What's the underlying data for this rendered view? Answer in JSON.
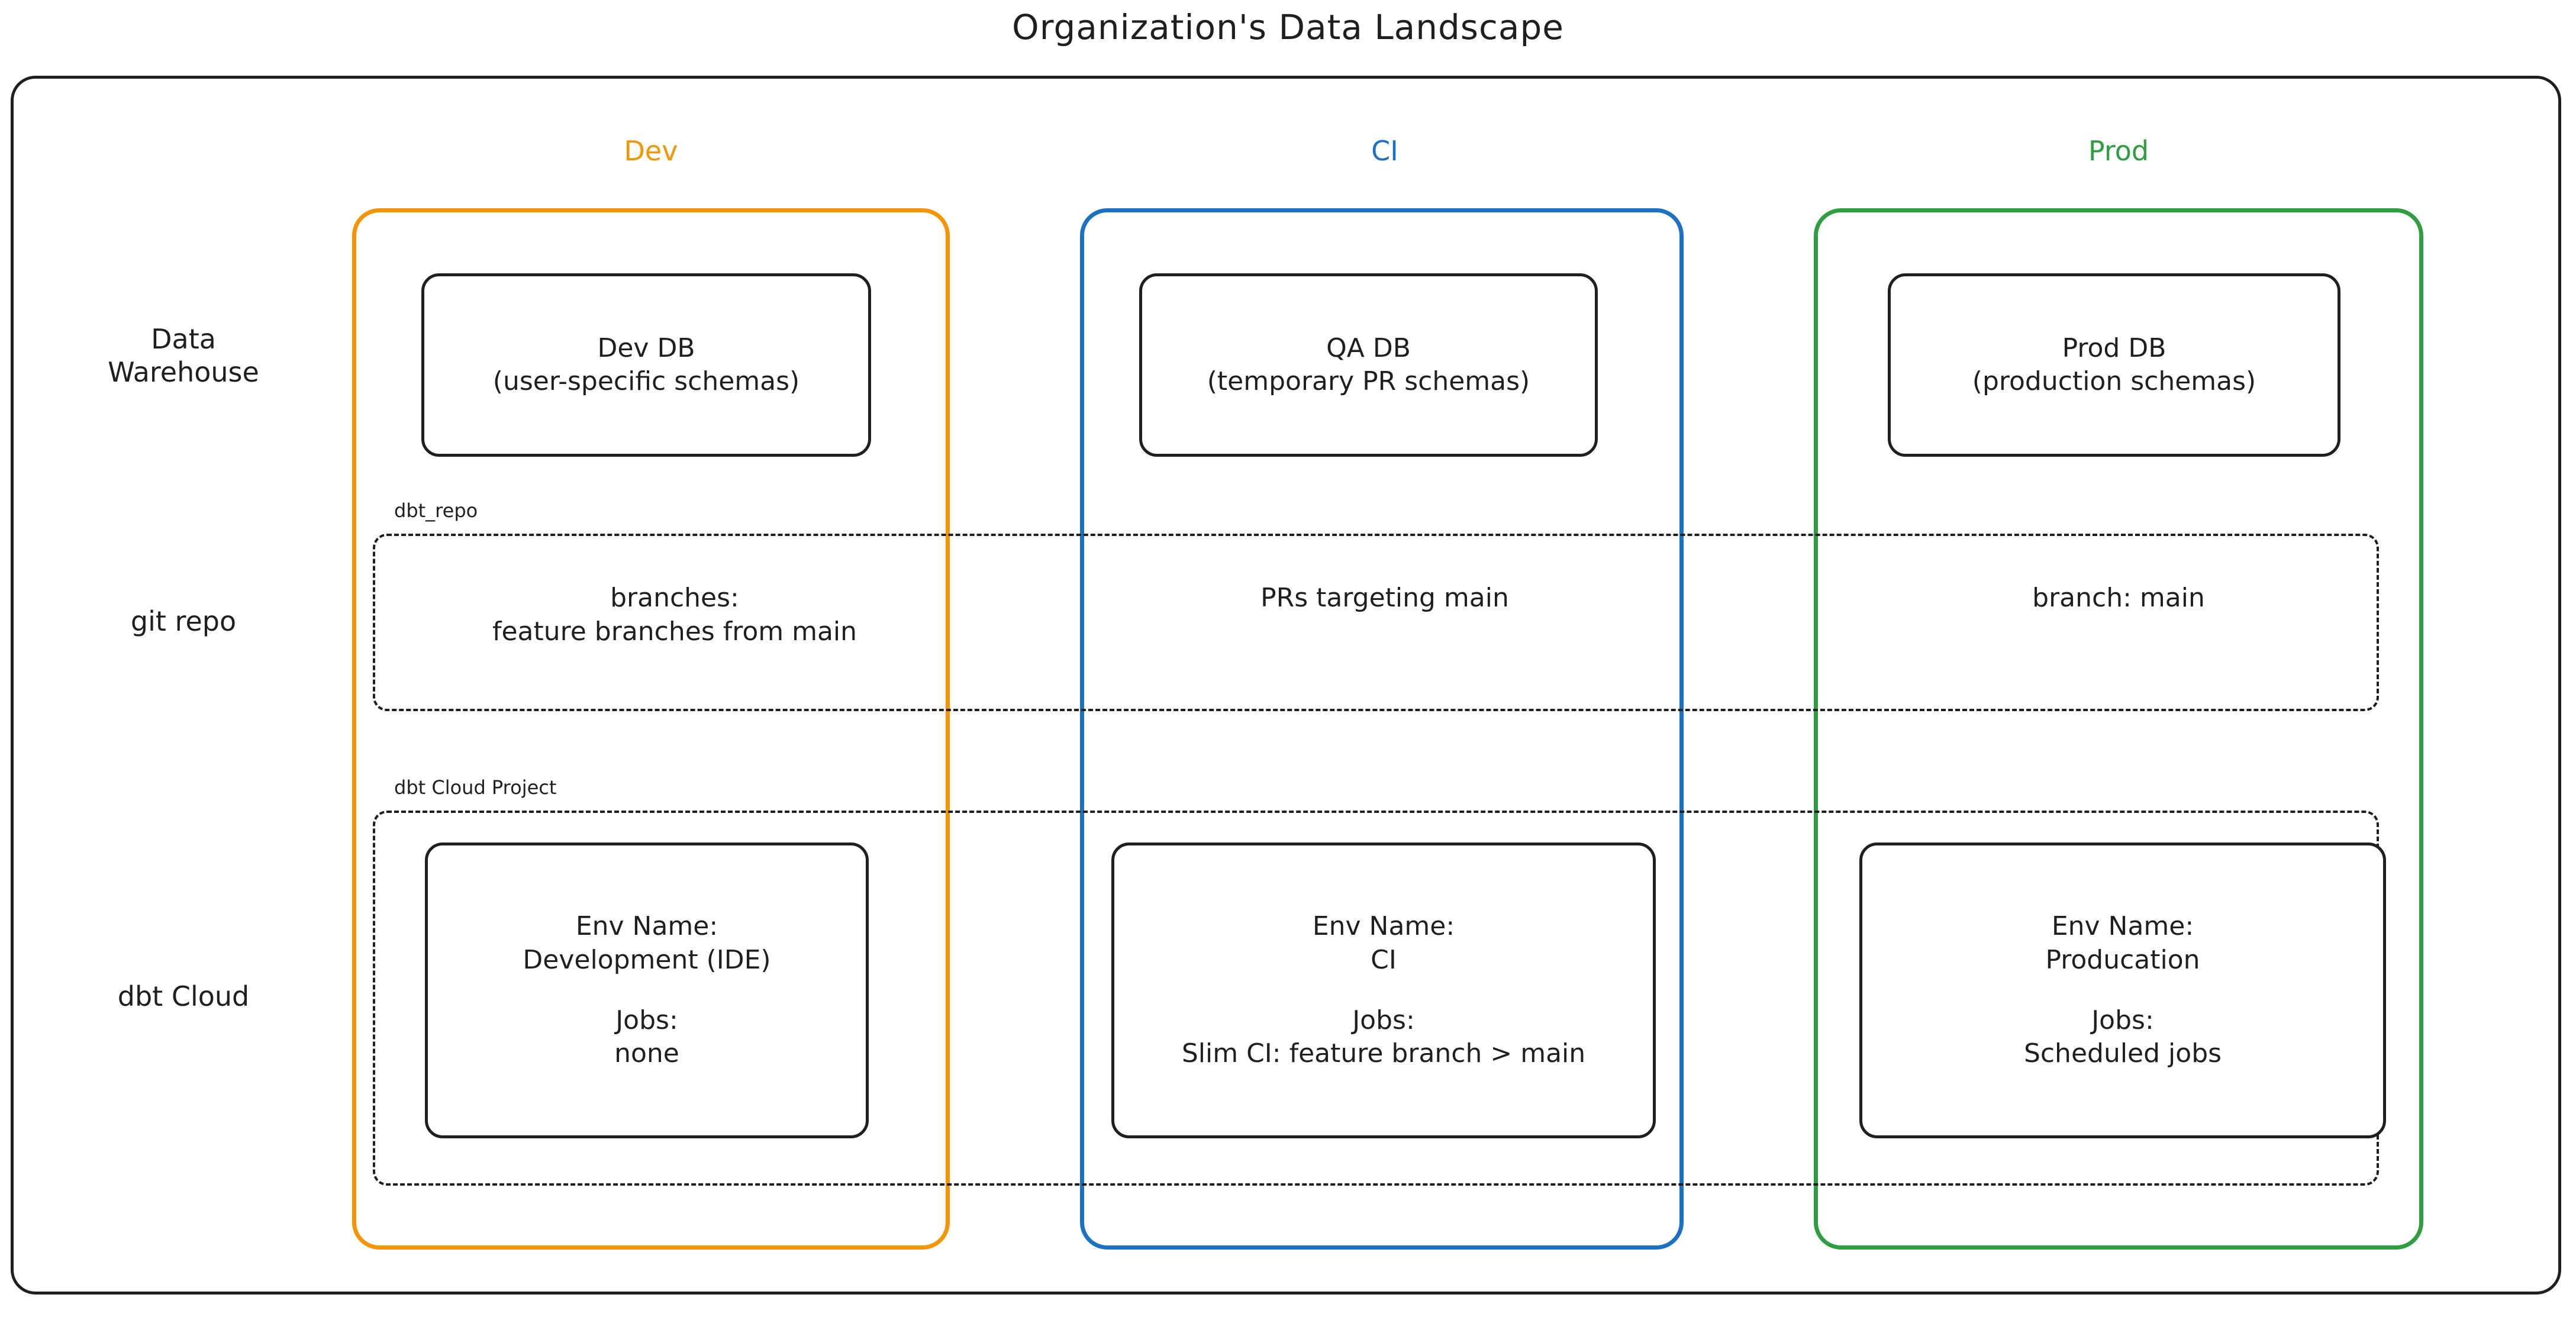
{
  "title": "Organization's Data Landscape",
  "colors": {
    "dev": "#F59505",
    "ci": "#1B72C4",
    "prod": "#2F9E41",
    "stroke": "#1f1f1f",
    "background": "#ffffff"
  },
  "environments": [
    {
      "key": "dev",
      "label": "Dev"
    },
    {
      "key": "ci",
      "label": "CI"
    },
    {
      "key": "prod",
      "label": "Prod"
    }
  ],
  "rows": [
    {
      "key": "warehouse",
      "label_line1": "Data",
      "label_line2": "Warehouse"
    },
    {
      "key": "git",
      "label_line1": "git repo",
      "label_line2": ""
    },
    {
      "key": "dbtcloud",
      "label_line1": "dbt Cloud",
      "label_line2": ""
    }
  ],
  "groups": {
    "git_repo": {
      "label": "dbt_repo"
    },
    "dbt_cloud": {
      "label": "dbt Cloud Project"
    }
  },
  "warehouse": {
    "dev": {
      "name": "Dev DB",
      "detail": "(user-specific schemas)"
    },
    "ci": {
      "name": "QA DB",
      "detail": "(temporary PR schemas)"
    },
    "prod": {
      "name": "Prod DB",
      "detail": "(production schemas)"
    }
  },
  "git_repo": {
    "dev": {
      "line1": "branches:",
      "line2": "feature branches from main"
    },
    "ci": {
      "line1": "PRs targeting main",
      "line2": ""
    },
    "prod": {
      "line1": "branch: main",
      "line2": ""
    }
  },
  "dbt_cloud": {
    "dev": {
      "env_name_label": "Env Name:",
      "env_name_value": "Development (IDE)",
      "jobs_label": "Jobs:",
      "jobs_value": "none"
    },
    "ci": {
      "env_name_label": "Env Name:",
      "env_name_value": "CI",
      "jobs_label": "Jobs:",
      "jobs_value": "Slim CI: feature branch > main"
    },
    "prod": {
      "env_name_label": "Env Name:",
      "env_name_value": "Producation",
      "jobs_label": "Jobs:",
      "jobs_value": "Scheduled jobs"
    }
  }
}
